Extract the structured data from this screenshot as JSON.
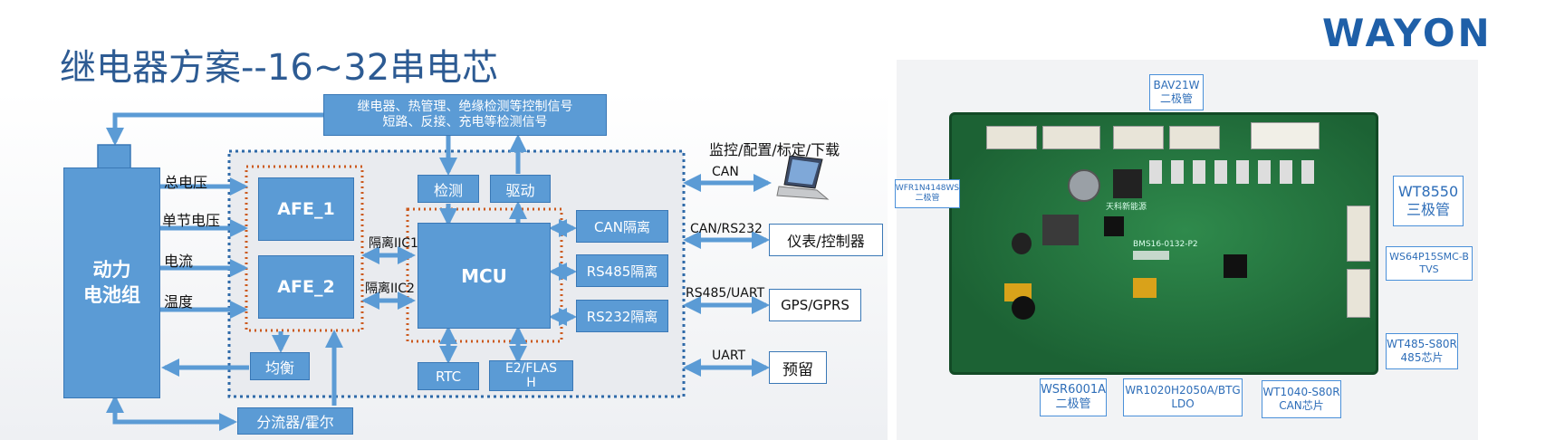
{
  "title": "继电器方案--16~32串电芯",
  "logo": "WAYON",
  "diagram": {
    "top_box_line1": "继电器、热管理、绝缘检测等控制信号",
    "top_box_line2": "短路、反接、充电等检测信号",
    "battery_line1": "动力",
    "battery_line2": "电池组",
    "in_total_voltage": "总电压",
    "in_cell_voltage": "单节电压",
    "in_current": "电流",
    "in_temperature": "温度",
    "afe1": "AFE_1",
    "afe2": "AFE_2",
    "detect": "检测",
    "drive": "驱动",
    "mcu": "MCU",
    "iso_iic1": "隔离IIC1",
    "iso_iic2": "隔离IIC2",
    "can_iso": "CAN隔离",
    "rs485_iso": "RS485隔离",
    "rs232_iso": "RS232隔离",
    "balance": "均衡",
    "rtc": "RTC",
    "e2_line1": "E2/FLAS",
    "e2_line2": "H",
    "shunt": "分流器/霍尔",
    "monitor": "监控/配置/标定/下载",
    "can": "CAN",
    "can_rs232": "CAN/RS232",
    "rs485_uart": "RS485/UART",
    "uart": "UART",
    "meter": "仪表/控制器",
    "gps": "GPS/GPRS",
    "reserved": "预留"
  },
  "photo": {
    "bav_part": "BAV21W",
    "bav_type": "二极管",
    "wfr_part": "WFR1N4148WS",
    "wfr_type": "二极管",
    "wt8550_part": "WT8550",
    "wt8550_type": "三极管",
    "ws64_part": "WS64P15SMC-B",
    "ws64_type": "TVS",
    "wt485_part": "WT485-S80R",
    "wt485_type": "485芯片",
    "wsr_part": "WSR6001A",
    "wsr_type": "二极管",
    "wr1020_part": "WR1020H2050A/BTG",
    "wr1020_type": "LDO",
    "wt1040_part": "WT1040-S80R",
    "wt1040_type": "CAN芯片",
    "board_text1": "BMS16-0132-P2",
    "board_text2": "天科新能源"
  }
}
